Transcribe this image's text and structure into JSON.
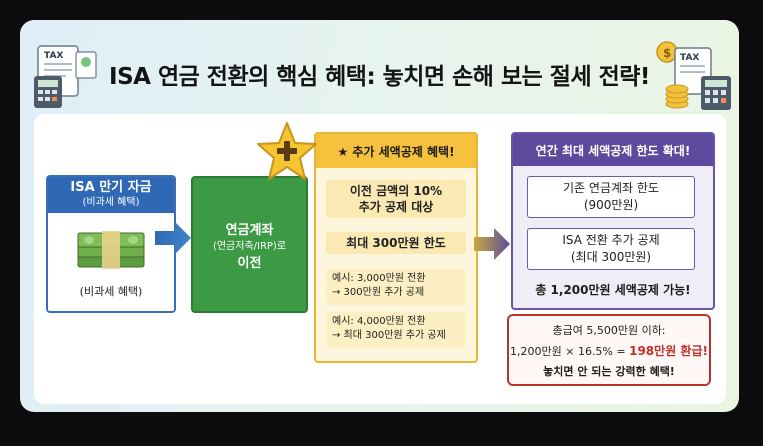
{
  "title": "ISA 연금 전환의 핵심 혜택: 놓치면 손해 보는 절세 전략!",
  "isa_box": {
    "title": "ISA 만기 자금",
    "subtitle": "(비과세 혜택)",
    "footer": "(비과세 혜택)"
  },
  "transfer_box": {
    "line1": "연금계좌",
    "line2": "(연금저축/IRP)로",
    "line3": "이전"
  },
  "extra_credit": {
    "header": "★ 추가 세액공제 혜택!",
    "rate_line1": "이전 금액의 10%",
    "rate_line2": "추가 공제 대상",
    "limit": "최대 300만원 한도",
    "example1_line1": "예시: 3,000만원 전환",
    "example1_line2": "→ 300만원 추가 공제",
    "example2_line1": "예시: 4,000만원 전환",
    "example2_line2": "→ 최대 300만원 추가 공제"
  },
  "annual_limit": {
    "header": "연간 최대 세액공제 한도 확대!",
    "existing_line1": "기존 연금계좌 한도",
    "existing_line2": "(900만원)",
    "added_line1": "ISA 전환 추가 공제",
    "added_line2": "(최대 300만원)",
    "total": "총 1,200만원 세액공제 가능!"
  },
  "refund_box": {
    "line1": "총급여 5,500만원 이하:",
    "line2_prefix": "1,200만원 × 16.5% = ",
    "line2_highlight": "198만원 환급!",
    "line3": "놓치면 안 되는 강력한 혜택!"
  },
  "icons": {
    "left_deco": "tax-calculator-icon",
    "right_deco": "tax-coins-calculator-icon",
    "money": "money-stack-icon",
    "star": "plus-star-icon",
    "arrow": "right-arrow-icon"
  },
  "colors": {
    "isa_blue": "#2f68b4",
    "transfer_green": "#3c9a45",
    "extra_yellow": "#f6c23e",
    "limit_purple": "#5e4a9c",
    "refund_red": "#c0302a"
  }
}
